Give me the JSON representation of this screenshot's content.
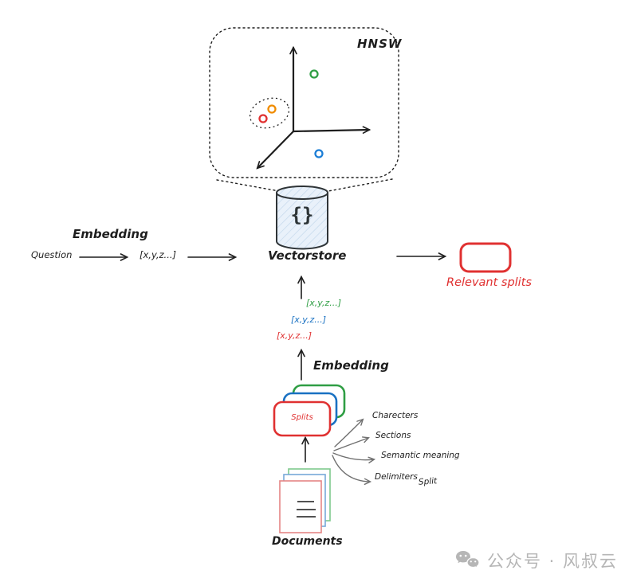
{
  "colors": {
    "ink": "#1e1e1e",
    "red": "#e03131",
    "blue": "#1971c2",
    "blue_dot": "#1c7ed6",
    "green": "#2f9e44",
    "orange": "#f08c00",
    "gray_arrow": "#707070",
    "cylinder_fill": "#e9f1fa",
    "doc_red": "#e58585",
    "doc_blue": "#77a8d8",
    "doc_green": "#7ec98d",
    "watermark_gray": "#b6b6b6"
  },
  "hnsw": {
    "label": "HNSW",
    "points": [
      {
        "name": "green-point",
        "color": "green"
      },
      {
        "name": "orange-point",
        "color": "orange",
        "clustered": true
      },
      {
        "name": "red-point",
        "color": "red",
        "clustered": true
      },
      {
        "name": "blue-point",
        "color": "blue"
      }
    ]
  },
  "query_flow": {
    "question": "Question",
    "embedding_label": "Embedding",
    "vector": "[x,y,z...]"
  },
  "vectorstore": {
    "label": "Vectorstore",
    "braces": "{}"
  },
  "output": {
    "label": "Relevant splits"
  },
  "index_flow": {
    "embedding_label": "Embedding",
    "vectors": [
      {
        "text": "[x,y,z...]",
        "color": "green"
      },
      {
        "text": "[x,y,z...]",
        "color": "blue"
      },
      {
        "text": "[x,y,z...]",
        "color": "red"
      }
    ]
  },
  "splits": {
    "label": "Splits",
    "methods": [
      "Charecters",
      "Sections",
      "Semantic meaning",
      "Delimiters"
    ],
    "split_note": "Split"
  },
  "documents": {
    "label": "Documents"
  },
  "watermark": {
    "icon": "wechat-icon",
    "text": "公众号 · 风叔云"
  }
}
